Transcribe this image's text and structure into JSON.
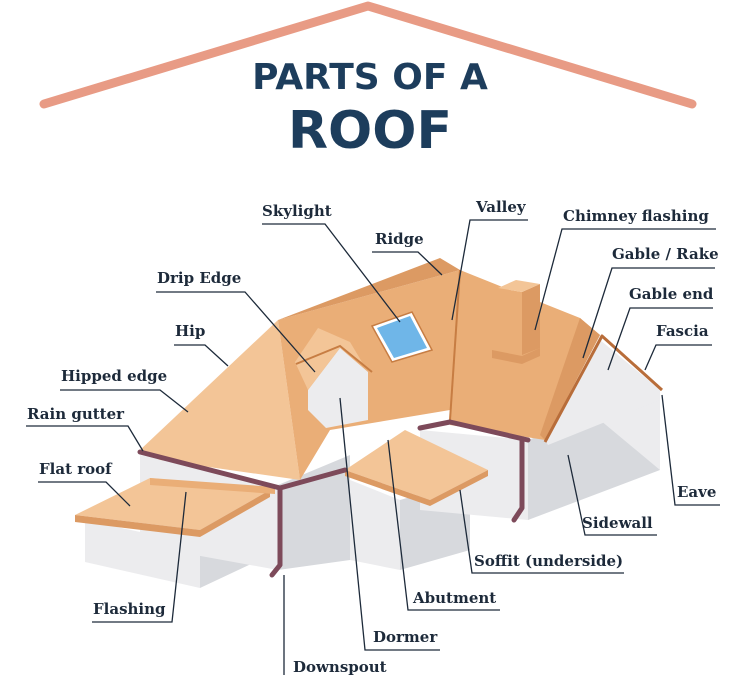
{
  "title": {
    "line1": "PARTS OF A",
    "line2": "ROOF"
  },
  "colors": {
    "title_roof_line": "#e89b85",
    "title_text": "#1d3d5c",
    "roof_dark": "#dc9a63",
    "roof_mid": "#eaae77",
    "roof_light": "#f3c597",
    "wall_light": "#ececee",
    "wall_shade": "#d7d9dd",
    "gutter": "#7d4a5a",
    "skylight": "#6fb6e8",
    "label_text": "#1d2a3a"
  },
  "labels": {
    "skylight": "Skylight",
    "valley": "Valley",
    "chimney_flashing": "Chimney flashing",
    "ridge": "Ridge",
    "gable_rake": "Gable / Rake",
    "drip_edge": "Drip Edge",
    "gable_end": "Gable end",
    "hip": "Hip",
    "fascia": "Fascia",
    "hipped_edge": "Hipped edge",
    "rain_gutter": "Rain gutter",
    "flat_roof": "Flat roof",
    "eave": "Eave",
    "sidewall": "Sidewall",
    "soffit": "Soffit (underside)",
    "flashing": "Flashing",
    "abutment": "Abutment",
    "dormer": "Dormer",
    "downspout": "Downspout"
  }
}
